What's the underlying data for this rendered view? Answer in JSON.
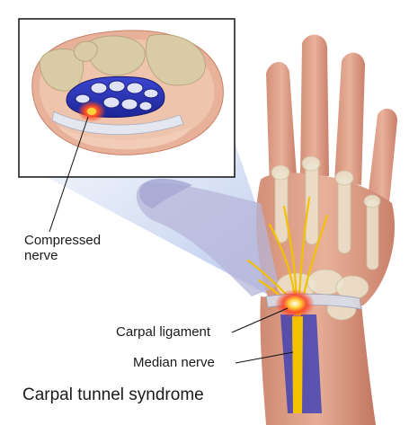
{
  "labels": {
    "compressed_nerve_line1": "Compressed",
    "compressed_nerve_line2": "nerve",
    "carpal_ligament": "Carpal ligament",
    "median_nerve": "Median nerve",
    "title": "Carpal tunnel syndrome"
  },
  "colors": {
    "skin": "#e2a58e",
    "skin_shadow": "#c98068",
    "bone": "#ece4cf",
    "nerve": "#f2c200",
    "tunnel_blue": "#2c36b8",
    "inflammation": "#ff3b1f",
    "ligament": "#d8dce8"
  }
}
